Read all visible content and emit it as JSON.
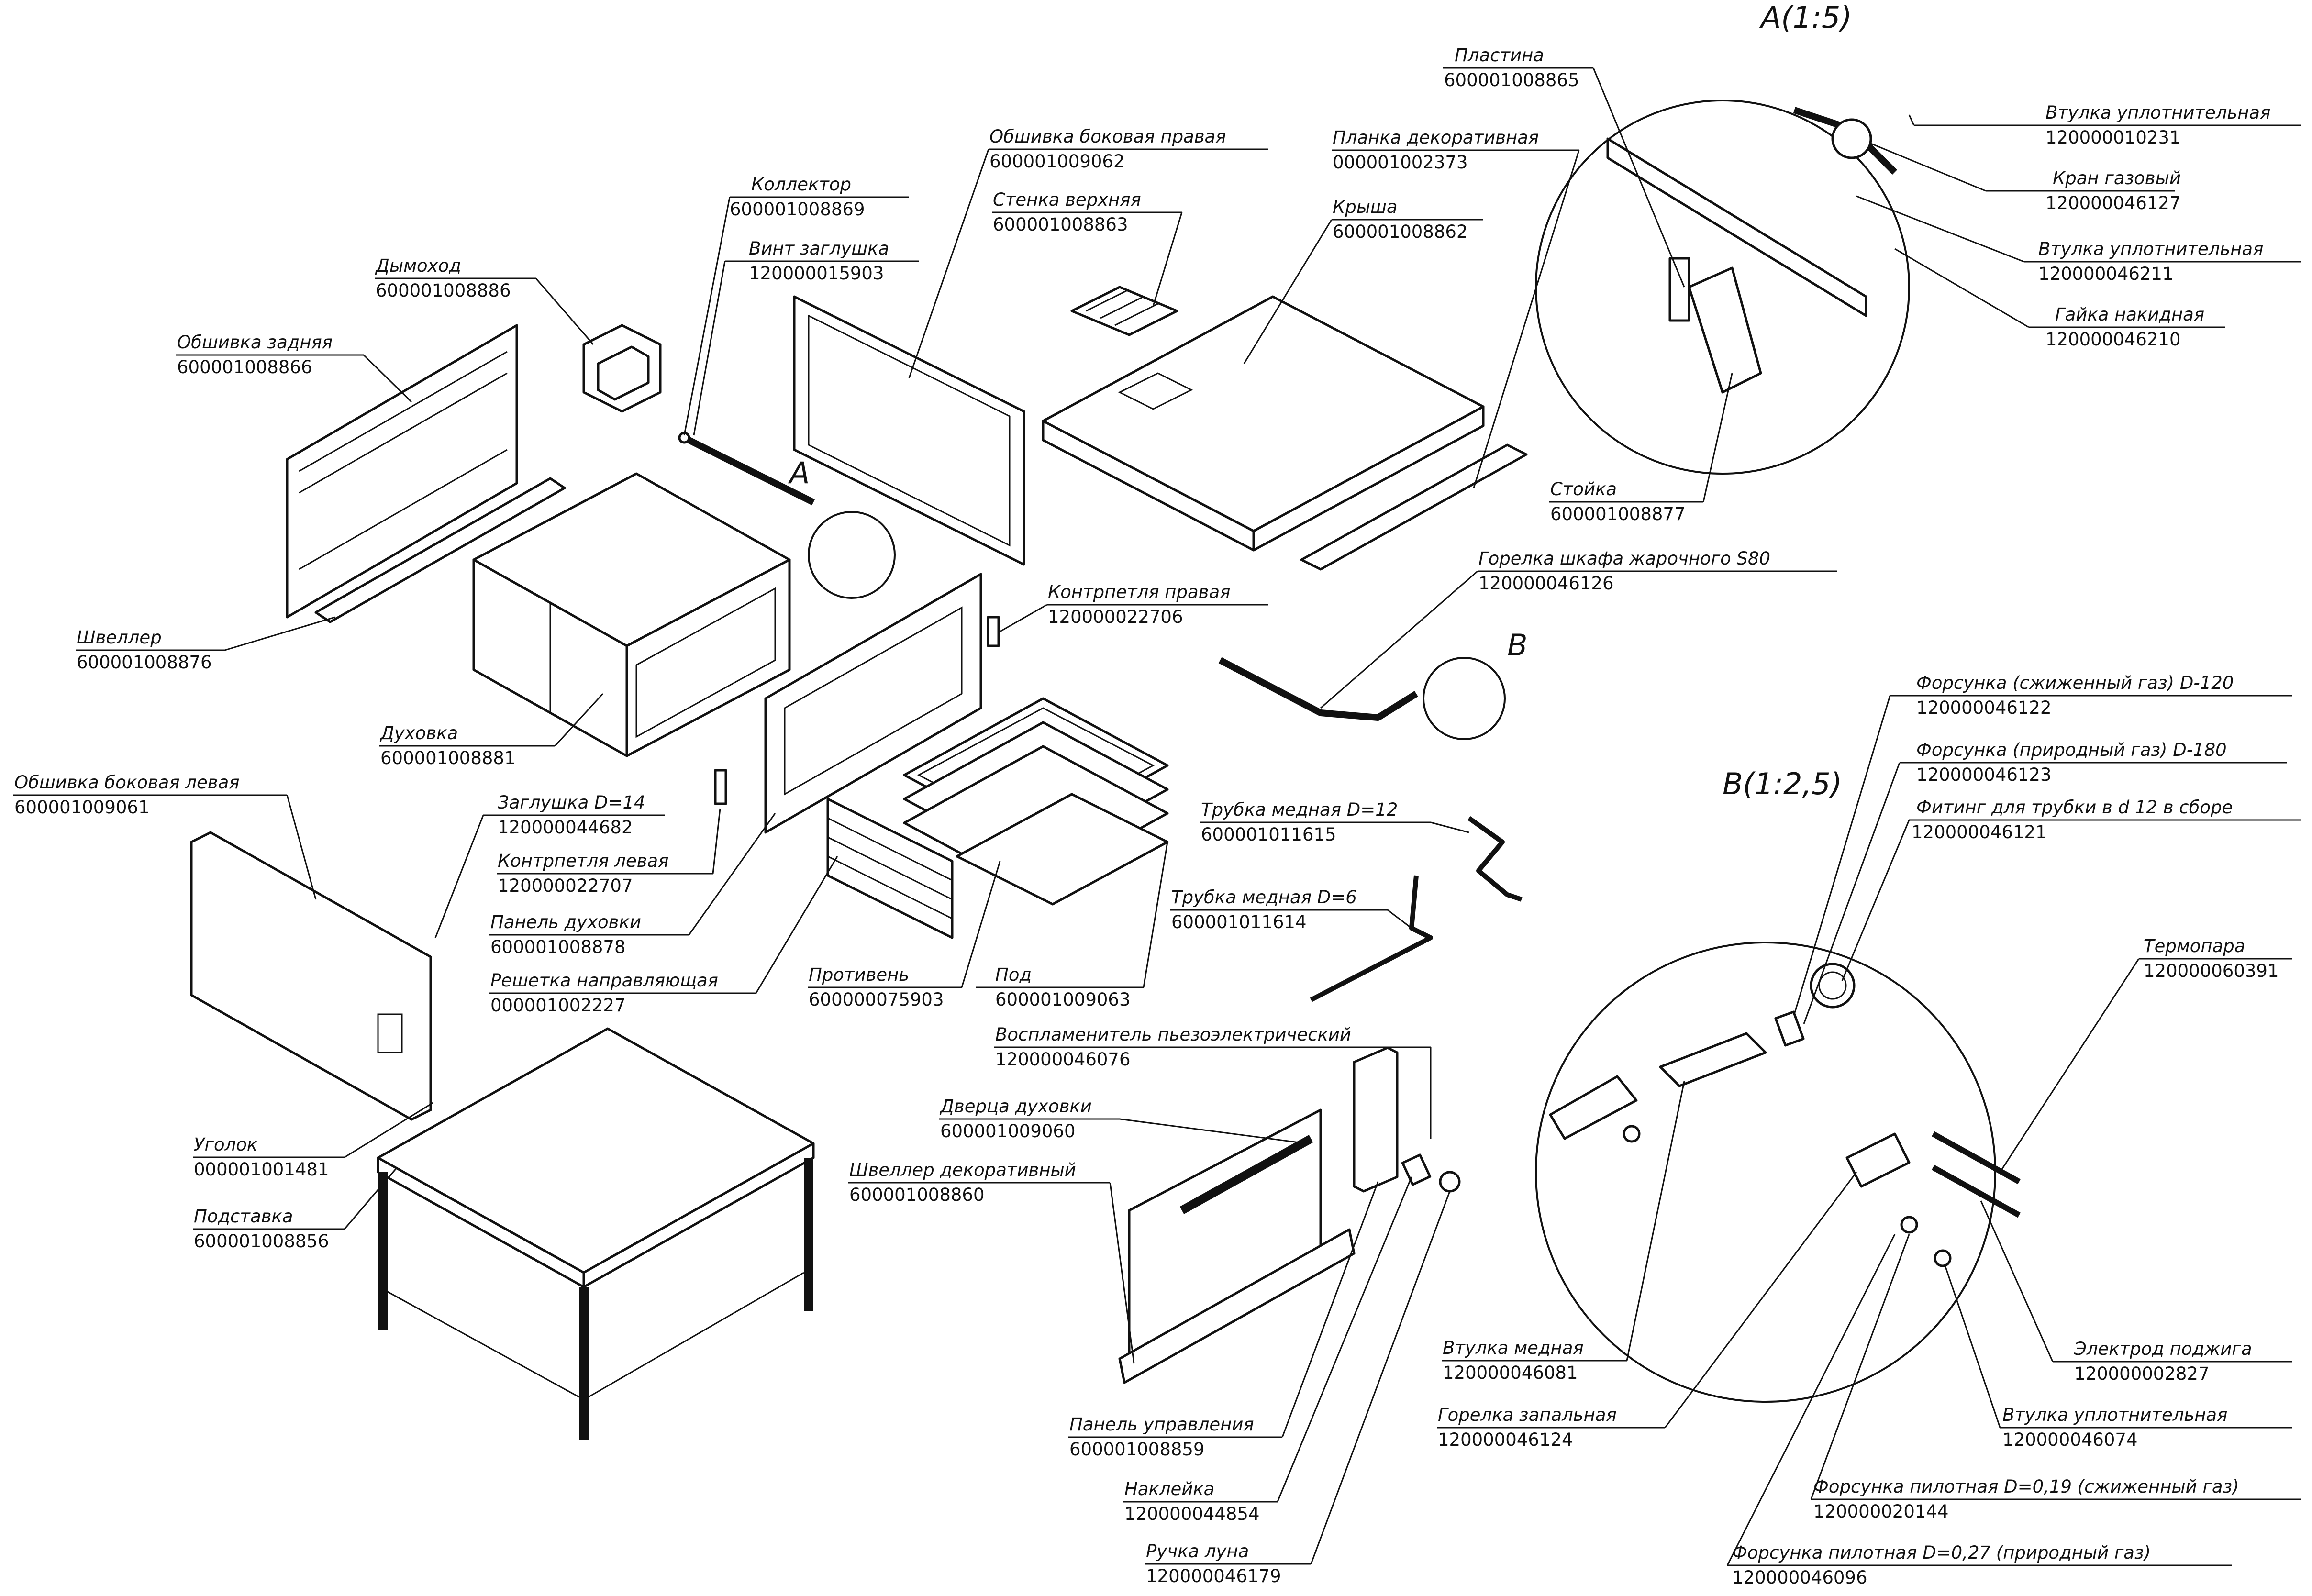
{
  "views": {
    "a_title": "A(1:5)",
    "b_title": "B(1:2,5)",
    "a_marker": "A",
    "b_marker": "B"
  },
  "parts": [
    {
      "id": "obshivka_zadnyaya",
      "name": "Обшивка задняя",
      "code": "600001008866"
    },
    {
      "id": "dymokhod",
      "name": "Дымоход",
      "code": "600001008886"
    },
    {
      "id": "kollektor",
      "name": "Коллектор",
      "code": "600001008869"
    },
    {
      "id": "vint_zaglushka",
      "name": "Винт заглушка",
      "code": "120000015903"
    },
    {
      "id": "obshivka_bokovaya_pravaya",
      "name": "Обшивка боковая правая",
      "code": "600001009062"
    },
    {
      "id": "stenka_verkhnyaya",
      "name": "Стенка верхняя",
      "code": "600001008863"
    },
    {
      "id": "planka_dekorativnaya",
      "name": "Планка декоративная",
      "code": "000001002373"
    },
    {
      "id": "krysha",
      "name": "Крыша",
      "code": "600001008862"
    },
    {
      "id": "plastina",
      "name": "Пластина",
      "code": "600001008865"
    },
    {
      "id": "shveller",
      "name": "Швеллер",
      "code": "600001008876"
    },
    {
      "id": "dukhovka",
      "name": "Духовка",
      "code": "600001008881"
    },
    {
      "id": "kontrpetlya_pravaya",
      "name": "Контрпетля правая",
      "code": "120000022706"
    },
    {
      "id": "obshivka_bokovaya_levaya",
      "name": "Обшивка боковая левая",
      "code": "600001009061"
    },
    {
      "id": "zaglushka",
      "name": "Заглушка D=14",
      "code": "120000044682"
    },
    {
      "id": "kontrpetlya_levaya",
      "name": "Контрпетля левая",
      "code": "120000022707"
    },
    {
      "id": "panel_dukhovki",
      "name": "Панель духовки",
      "code": "600001008878"
    },
    {
      "id": "reshetka",
      "name": "Решетка направляющая",
      "code": "000001002227"
    },
    {
      "id": "protiven",
      "name": "Противень",
      "code": "600000075903"
    },
    {
      "id": "pod",
      "name": "Под",
      "code": "600001009063"
    },
    {
      "id": "stoyka",
      "name": "Стойка",
      "code": "600001008877"
    },
    {
      "id": "gorelka_shkafa",
      "name": "Горелка шкафа жарочного S80",
      "code": "120000046126"
    },
    {
      "id": "trubka_12",
      "name": "Трубка медная D=12",
      "code": "600001011615"
    },
    {
      "id": "trubka_6",
      "name": "Трубка медная D=6",
      "code": "600001011614"
    },
    {
      "id": "vosplamenitel",
      "name": "Воспламенитель пьезоэлектрический",
      "code": "120000046076"
    },
    {
      "id": "dvertsa",
      "name": "Дверца духовки",
      "code": "600001009060"
    },
    {
      "id": "shveller_dekor",
      "name": "Швеллер декоративный",
      "code": "600001008860"
    },
    {
      "id": "ugolok",
      "name": "Уголок",
      "code": "000001001481"
    },
    {
      "id": "podstavka",
      "name": "Подставка",
      "code": "600001008856"
    },
    {
      "id": "panel_upravleniya",
      "name": "Панель управления",
      "code": "600001008859"
    },
    {
      "id": "nakleyka",
      "name": "Наклейка",
      "code": "120000044854"
    },
    {
      "id": "ruchka",
      "name": "Ручка луна",
      "code": "120000046179"
    },
    {
      "id": "a_vtulka_1",
      "name": "Втулка уплотнительная",
      "code": "120000010231"
    },
    {
      "id": "a_kran",
      "name": "Кран газовый",
      "code": "120000046127"
    },
    {
      "id": "a_vtulka_2",
      "name": "Втулка уплотнительная",
      "code": "120000046211"
    },
    {
      "id": "a_gayka",
      "name": "Гайка накидная",
      "code": "120000046210"
    },
    {
      "id": "b_forsunka_szh",
      "name": "Форсунка (сжиженный газ) D-120",
      "code": "120000046122"
    },
    {
      "id": "b_forsunka_prir",
      "name": "Форсунка (природный газ) D-180",
      "code": "120000046123"
    },
    {
      "id": "b_fiting",
      "name": "Фитинг для трубки в d 12 в сборе",
      "code": "120000046121"
    },
    {
      "id": "b_termopara",
      "name": "Термопара",
      "code": "120000060391"
    },
    {
      "id": "b_vtulka_mednaya",
      "name": "Втулка медная",
      "code": "120000046081"
    },
    {
      "id": "b_gorelka_zapalnaya",
      "name": "Горелка запальная",
      "code": "120000046124"
    },
    {
      "id": "b_elektrod",
      "name": "Электрод поджига",
      "code": "120000002827"
    },
    {
      "id": "b_vtulka_upl",
      "name": "Втулка уплотнительная",
      "code": "120000046074"
    },
    {
      "id": "b_forsunka_pil_szh",
      "name": "Форсунка пилотная D=0,19 (сжиженный газ)",
      "code": "120000020144"
    },
    {
      "id": "b_forsunka_pil_prir",
      "name": "Форсунка пилотная D=0,27 (природный газ)",
      "code": "120000046096"
    }
  ]
}
